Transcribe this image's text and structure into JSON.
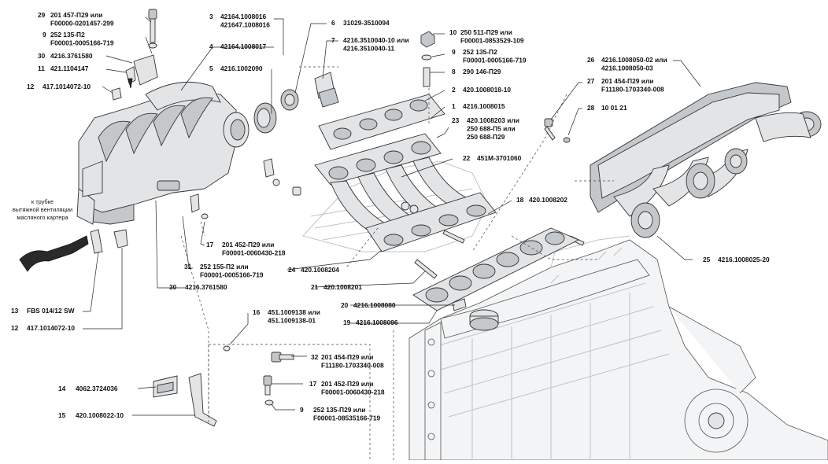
{
  "callouts": [
    {
      "id": "c29",
      "num": "29",
      "lines": [
        "201 457-П29 или",
        "F00000-0201457-299"
      ]
    },
    {
      "id": "c9a",
      "num": "9",
      "lines": [
        "252 135-П2",
        "F00001-0005166-719"
      ]
    },
    {
      "id": "c30a",
      "num": "30",
      "lines": [
        "4216.3761580"
      ]
    },
    {
      "id": "c11",
      "num": "11",
      "lines": [
        "421.1104147"
      ]
    },
    {
      "id": "c12a",
      "num": "12",
      "lines": [
        "417.1014072-10"
      ]
    },
    {
      "id": "c3",
      "num": "3",
      "lines": [
        "42164.1008016",
        "421647.1008016"
      ]
    },
    {
      "id": "c4",
      "num": "4",
      "lines": [
        "42164.1008017"
      ]
    },
    {
      "id": "c5",
      "num": "5",
      "lines": [
        "4216.1002090"
      ]
    },
    {
      "id": "c6",
      "num": "6",
      "lines": [
        "31029-3510094"
      ]
    },
    {
      "id": "c7",
      "num": "7",
      "lines": [
        "4216.3510040-10 или",
        "4216.3510040-11"
      ]
    },
    {
      "id": "c10",
      "num": "10",
      "lines": [
        "250 511-П29 или",
        "F00001-0853529-109"
      ]
    },
    {
      "id": "c9b",
      "num": "9",
      "lines": [
        "252 135-П2",
        "F00001-0005166-719"
      ]
    },
    {
      "id": "c8",
      "num": "8",
      "lines": [
        "290 146-П29"
      ]
    },
    {
      "id": "c2",
      "num": "2",
      "lines": [
        "420.1008018-10"
      ]
    },
    {
      "id": "c1",
      "num": "1",
      "lines": [
        "4216.1008015"
      ]
    },
    {
      "id": "c23",
      "num": "23",
      "lines": [
        "420.1008203 или",
        "250 688-П5 или",
        "250 688-П29"
      ]
    },
    {
      "id": "c22",
      "num": "22",
      "lines": [
        "451М-3701060"
      ]
    },
    {
      "id": "c18",
      "num": "18",
      "lines": [
        "420.1008202"
      ]
    },
    {
      "id": "c26",
      "num": "26",
      "lines": [
        "4216.1008050-02 или",
        "4216.1008050-03"
      ]
    },
    {
      "id": "c27",
      "num": "27",
      "lines": [
        "201 454-П29 или",
        "F11180-1703340-008"
      ]
    },
    {
      "id": "c28",
      "num": "28",
      "lines": [
        "10 01 21"
      ]
    },
    {
      "id": "c25",
      "num": "25",
      "lines": [
        "4216.1008025-20"
      ]
    },
    {
      "id": "c17a",
      "num": "17",
      "lines": [
        "201 452-П29 или",
        "F00001-0060430-218"
      ]
    },
    {
      "id": "c31",
      "num": "31",
      "lines": [
        "252 155-П2 или",
        "F00001-0005166-719"
      ]
    },
    {
      "id": "c30b",
      "num": "30",
      "lines": [
        "4216.3761580"
      ]
    },
    {
      "id": "c24",
      "num": "24",
      "lines": [
        "420.1008204"
      ]
    },
    {
      "id": "c21",
      "num": "21",
      "lines": [
        "420.1008201"
      ]
    },
    {
      "id": "c20",
      "num": "20",
      "lines": [
        "4216.1008080"
      ]
    },
    {
      "id": "c19",
      "num": "19",
      "lines": [
        "4216.1008096"
      ]
    },
    {
      "id": "c13",
      "num": "13",
      "lines": [
        "FBS 014/12 SW"
      ]
    },
    {
      "id": "c12b",
      "num": "12",
      "lines": [
        "417.1014072-10"
      ]
    },
    {
      "id": "c16",
      "num": "16",
      "lines": [
        "451.1009138 или",
        "451.1009138-01"
      ]
    },
    {
      "id": "c32",
      "num": "32",
      "lines": [
        "201 454-П29 или",
        "F11180-1703340-008"
      ]
    },
    {
      "id": "c17b",
      "num": "17",
      "lines": [
        "201 452-П29 или",
        "F00001-0060430-218"
      ]
    },
    {
      "id": "c9c",
      "num": "9",
      "lines": [
        "252 135-П29 или",
        "F00001-08535166-719"
      ]
    },
    {
      "id": "c14",
      "num": "14",
      "lines": [
        "4062.3724036"
      ]
    },
    {
      "id": "c15",
      "num": "15",
      "lines": [
        "420.1008022-10"
      ]
    }
  ],
  "note": [
    "к трубке",
    "вытяжной вентиляции",
    "масляного картера"
  ],
  "colors": {
    "part_fill": "#e2e4e6",
    "part_dark": "#c5c8cb",
    "line": "#222222"
  }
}
